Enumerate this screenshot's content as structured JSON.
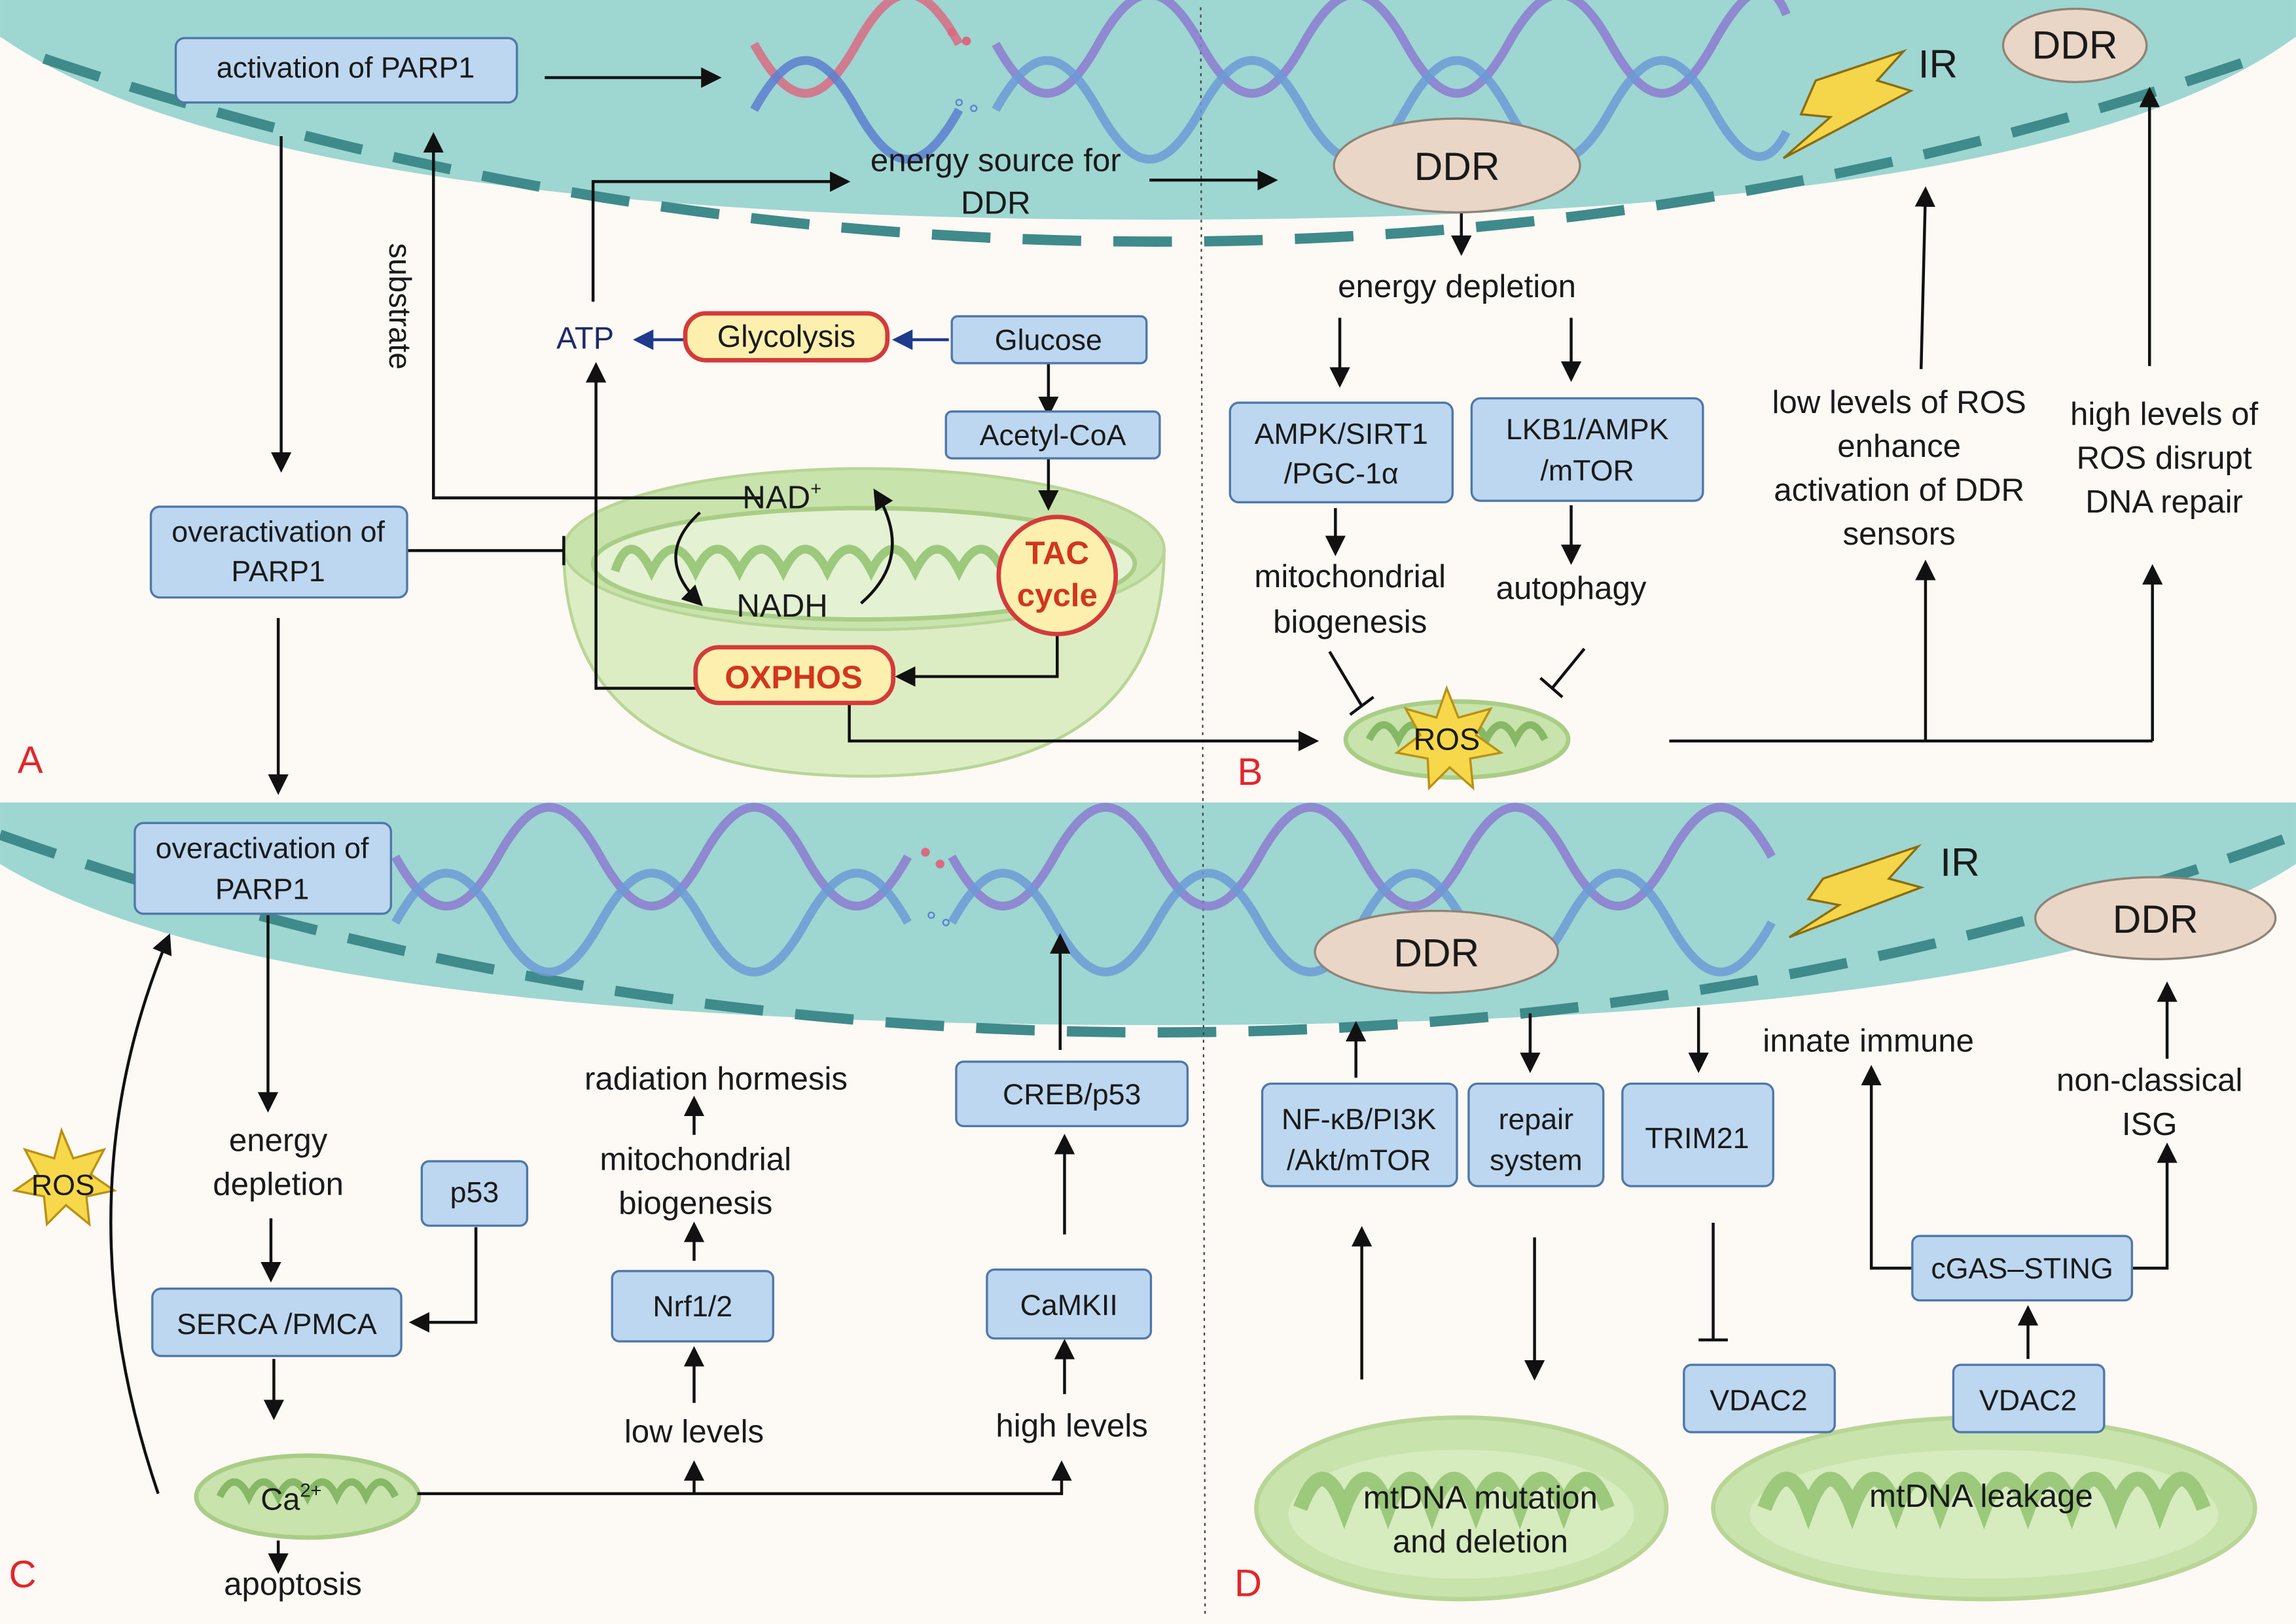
{
  "panels": {
    "a": "A",
    "b": "B",
    "c": "C",
    "d": "D"
  },
  "a": {
    "parp1_activation": "activation of PARP1",
    "parp1_over_1": "overactivation of",
    "parp1_over_2": "PARP1",
    "substrate": "substrate",
    "energy_1": "energy source for",
    "energy_2": "DDR",
    "atp": "ATP",
    "glycolysis": "Glycolysis",
    "glucose": "Glucose",
    "acetyl": "Acetyl-CoA",
    "nad": "NAD",
    "nad_sup": "+",
    "nadh": "NADH",
    "tac_1": "TAC",
    "tac_2": "cycle",
    "oxphos": "OXPHOS"
  },
  "b": {
    "ddr": "DDR",
    "ir": "IR",
    "ddr_top": "DDR",
    "energy_depletion": "energy depletion",
    "ampk_1": "AMPK/SIRT1",
    "ampk_2": "/PGC-1α",
    "lkb1_1": "LKB1/AMPK",
    "lkb1_2": "/mTOR",
    "mito_1": "mitochondrial",
    "mito_2": "biogenesis",
    "autophagy": "autophagy",
    "ros": "ROS",
    "low_1": "low levels of ROS",
    "low_2": "enhance",
    "low_3": "activation of DDR",
    "low_4": "sensors",
    "high_1": "high levels of",
    "high_2": "ROS disrupt",
    "high_3": "DNA repair"
  },
  "c": {
    "parp1_1": "overactivation of",
    "parp1_2": "PARP1",
    "ros": "ROS",
    "energy_1": "energy",
    "energy_2": "depletion",
    "p53": "p53",
    "serca": "SERCA /PMCA",
    "ca": "Ca",
    "ca_sup": "2+",
    "apoptosis": "apoptosis",
    "hormesis": "radiation hormesis",
    "mito_1": "mitochondrial",
    "mito_2": "biogenesis",
    "nrf": "Nrf1/2",
    "low": "low levels",
    "creb": "CREB/p53",
    "camkii": "CaMKII",
    "high": "high levels"
  },
  "d": {
    "ir": "IR",
    "ddr_left": "DDR",
    "ddr_right": "DDR",
    "nfkb_1": "NF-κB/PI3K",
    "nfkb_2": "/Akt/mTOR",
    "repair_1": "repair",
    "repair_2": "system",
    "trim21": "TRIM21",
    "vdac2_left": "VDAC2",
    "vdac2_right": "VDAC2",
    "innate": "innate immune",
    "isg_1": "non-classical",
    "isg_2": "ISG",
    "cgas": "cGAS–STING",
    "mt_mut_1": "mtDNA mutation",
    "mt_mut_2": "and deletion",
    "mt_leak": "mtDNA leakage"
  },
  "colors": {
    "nucleus": "#9ed6d2",
    "box_fill": "#bcd7ef",
    "box_stroke": "#4f78a9",
    "ddr_fill": "#ead6c6",
    "mito_fill": "#c8e3ac",
    "panel_label": "#e0272c"
  }
}
